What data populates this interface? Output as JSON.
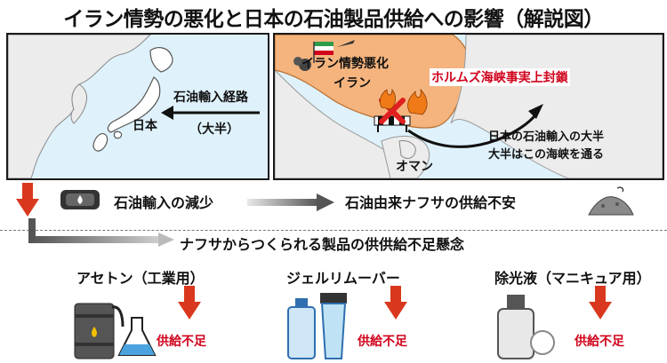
{
  "title": "イラン情勢の悪化と日本の石油製品供給への影響（解説図）",
  "map_left": {
    "route_label": "石油輸入経路",
    "route_sub": "（大半）",
    "japan_label": "日本"
  },
  "map_right": {
    "iran_situation": "イラン情勢悪化",
    "iran_label": "イラン",
    "hormuz_label": "ホルムズ海峡事実上封鎖",
    "note_line1": "日本の石油輸入の大半",
    "note_line2": "大半はこの海峡を通る",
    "oman_label": "オマン"
  },
  "flow": {
    "step1": "石油輸入の減少",
    "step2": "石油由来ナフサの供給不安",
    "step3": "ナフサからつくられる製品の供供給不足懸念"
  },
  "products": [
    {
      "name": "アセトン（工業用）",
      "status": "供給不足"
    },
    {
      "name": "ジェルリムーバー",
      "status": "供給不足"
    },
    {
      "name": "除光液（マニキュア用）",
      "status": "供給不足"
    }
  ],
  "colors": {
    "arrow_red": "#d9381e",
    "highlight_red": "#d0021b",
    "iran_orange": "#f5b47e",
    "sea": "#dff2fb",
    "land": "#ececec"
  }
}
